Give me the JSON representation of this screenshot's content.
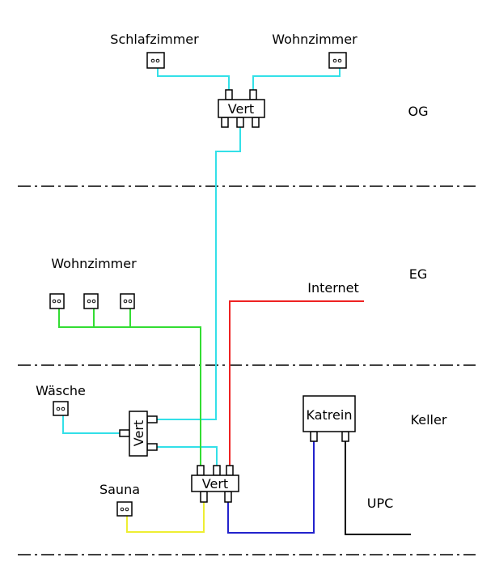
{
  "floors": {
    "og": "OG",
    "eg": "EG",
    "keller": "Keller"
  },
  "rooms": {
    "schlafzimmer": "Schlafzimmer",
    "wohnzimmer_og": "Wohnzimmer",
    "wohnzimmer_eg": "Wohnzimmer",
    "waesche": "Wäsche",
    "sauna": "Sauna"
  },
  "devices": {
    "vert_og": "Vert",
    "vert_keller_side": "Vert",
    "vert_keller_main": "Vert",
    "katrein": "Katrein"
  },
  "sources": {
    "internet": "Internet",
    "upc": "UPC"
  },
  "colors": {
    "tv_cable": "#33e0e8",
    "eg_cable": "#33dd33",
    "internet_cable": "#ee2222",
    "sauna_cable": "#eeee33",
    "amp_cable": "#2222cc",
    "upc_cable": "#000000"
  }
}
